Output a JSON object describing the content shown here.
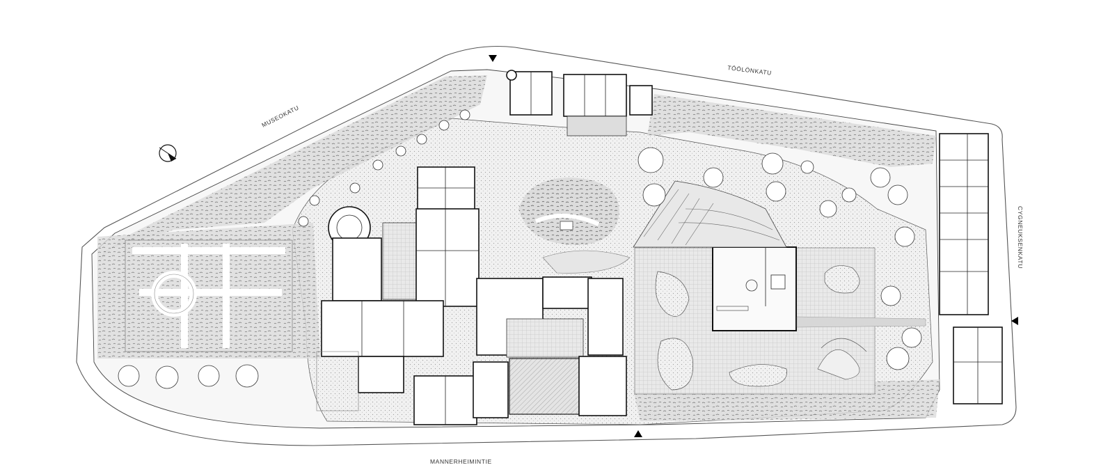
{
  "streets": {
    "north": "TÖÖLÖNKATU",
    "northwest": "MUSEOKATU",
    "east": "CYGNEUKSENKATU",
    "south": "MANNERHEIMINTIE"
  },
  "entrance_markers": [
    "entrance-north",
    "entrance-east",
    "entrance-south"
  ],
  "north_arrow": "north-arrow-symbol"
}
